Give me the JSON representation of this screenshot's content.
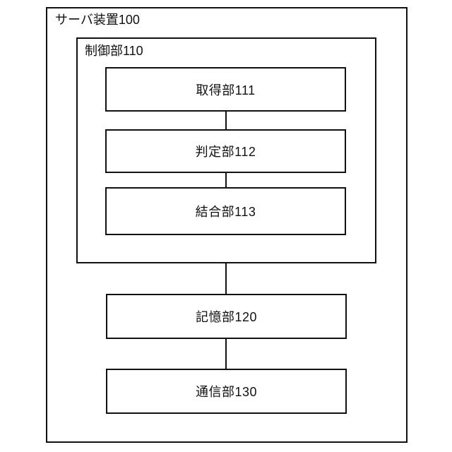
{
  "diagram": {
    "outer": {
      "label": "サーバ装置100"
    },
    "control": {
      "label": "制御部110"
    },
    "blocks": {
      "acquisition": {
        "label": "取得部111"
      },
      "determination": {
        "label": "判定部112"
      },
      "combining": {
        "label": "結合部113"
      },
      "storage": {
        "label": "記憶部120"
      },
      "communication": {
        "label": "通信部130"
      }
    },
    "colors": {
      "line": "#111111",
      "text": "#111111",
      "background": "#ffffff"
    }
  }
}
